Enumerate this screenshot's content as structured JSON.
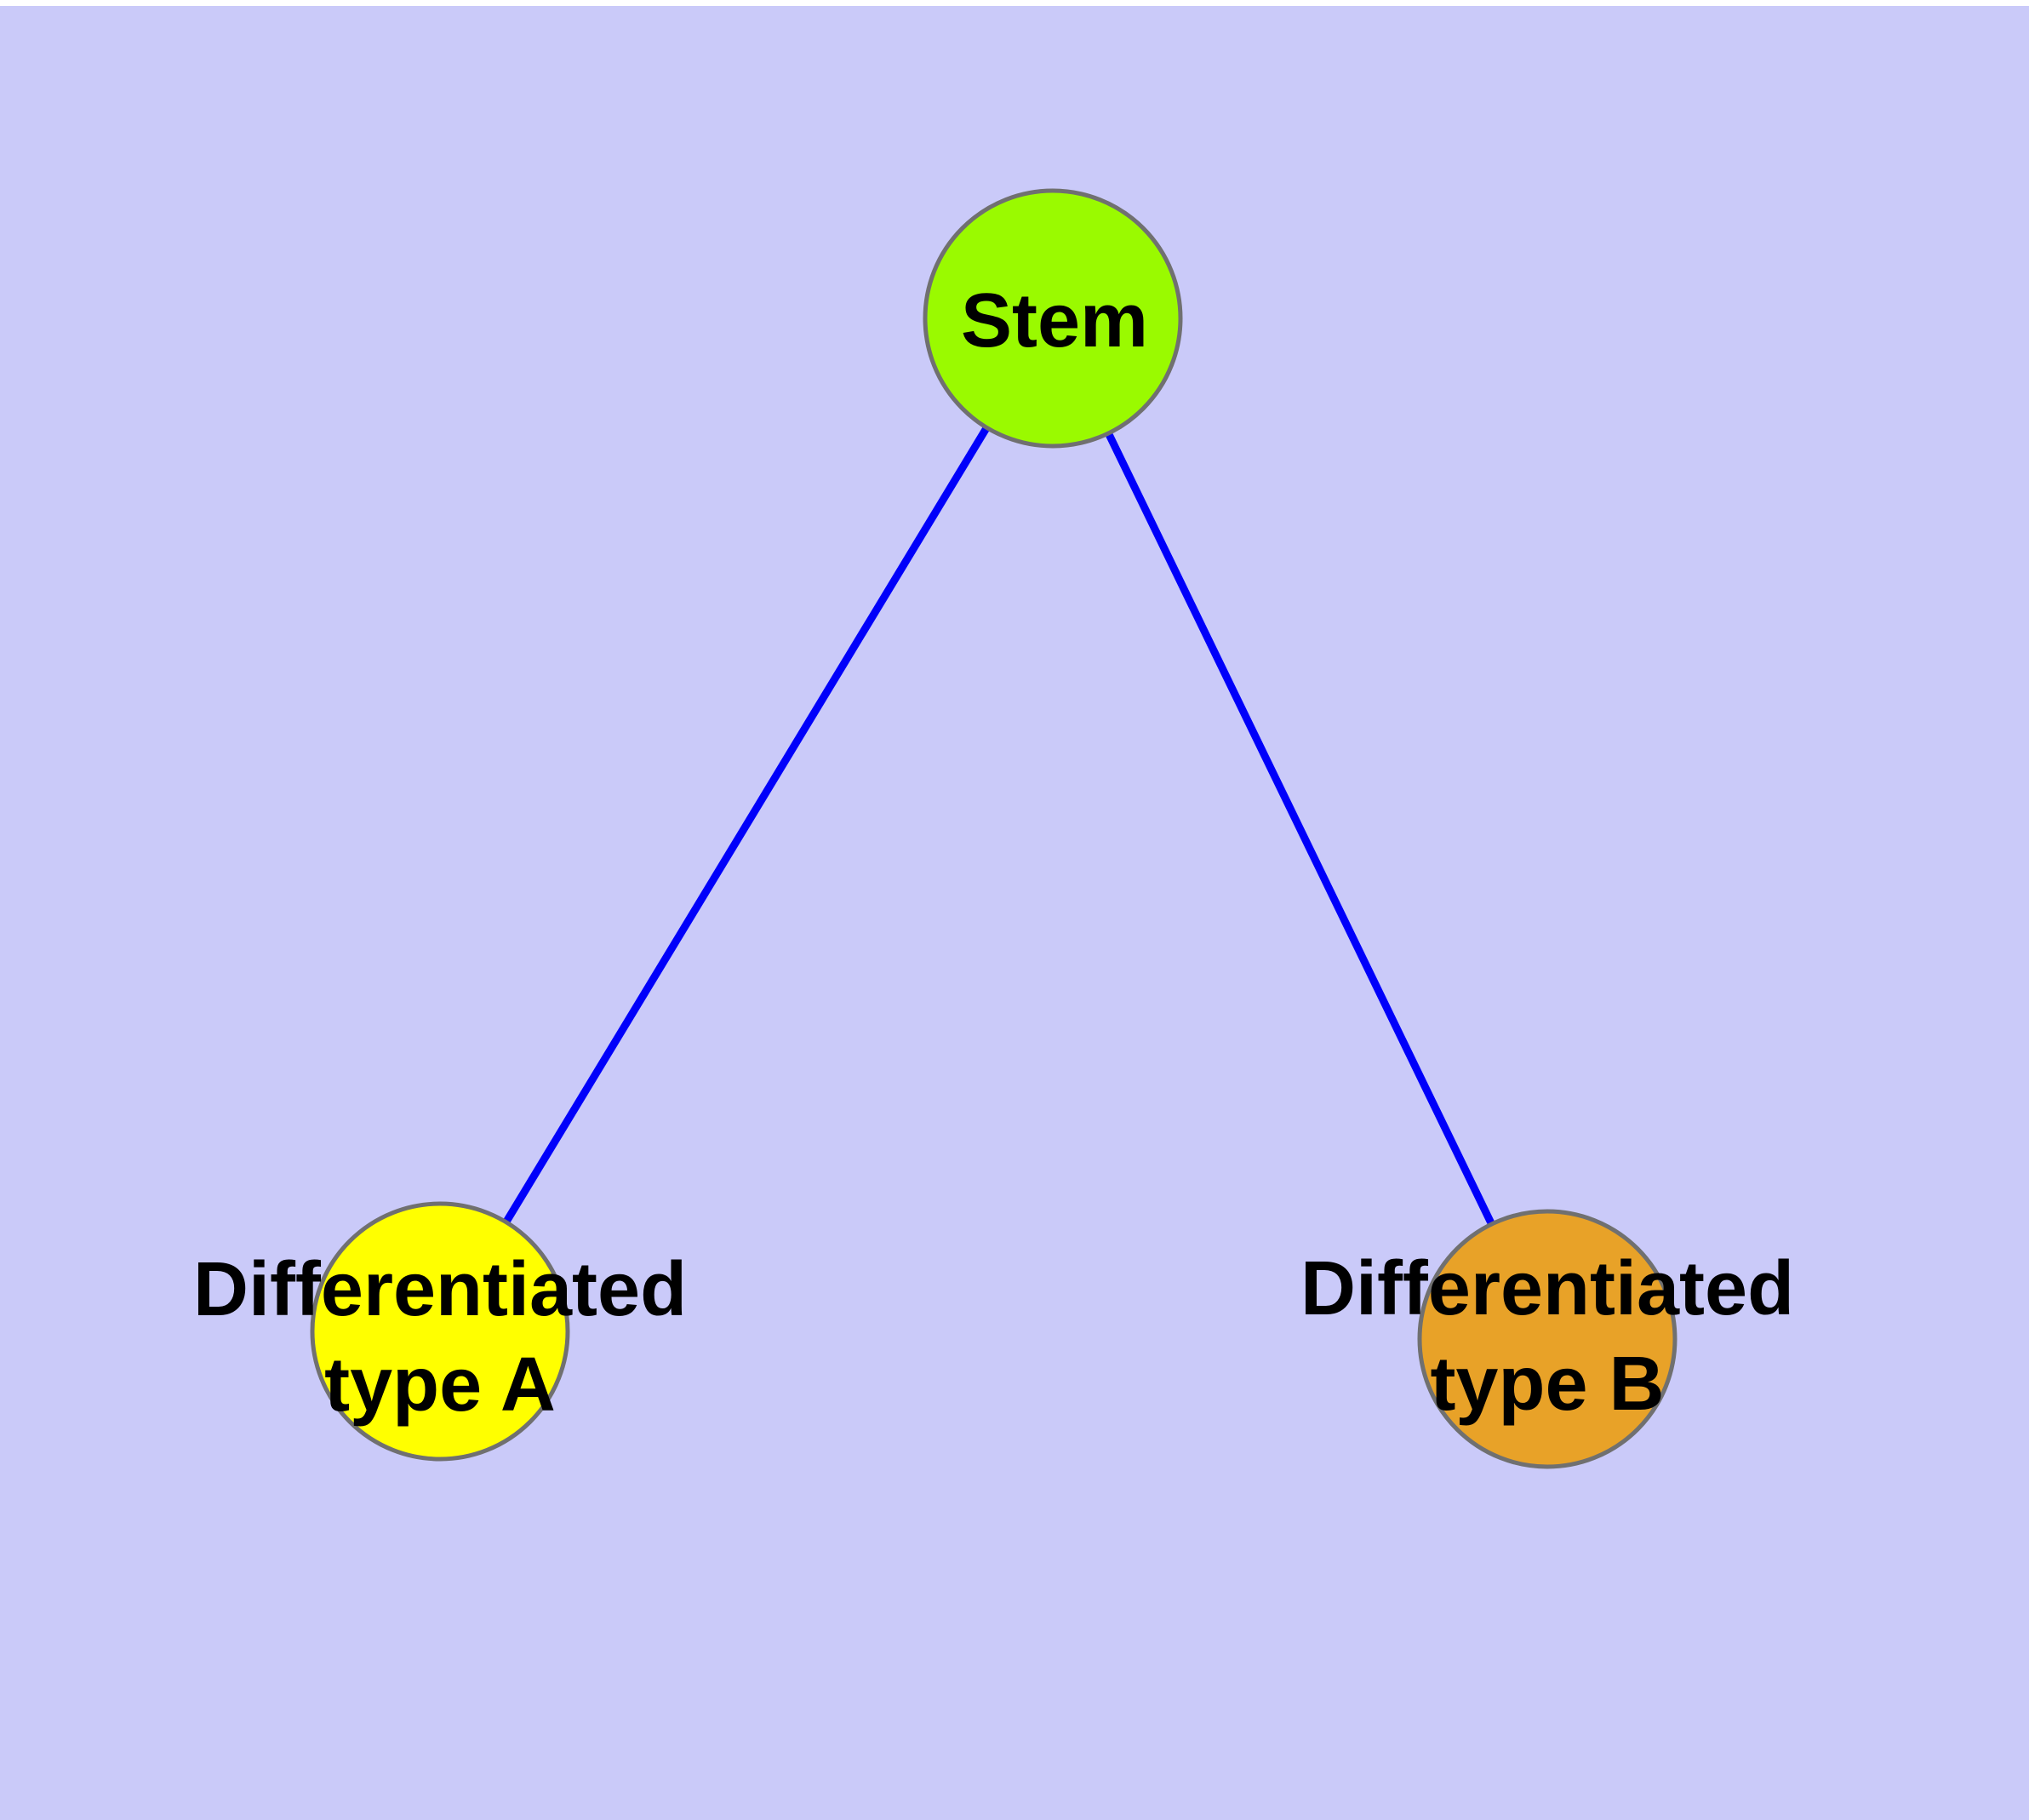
{
  "canvas": {
    "background_color": "#CACAF9",
    "top_strip_color": "#FFFFFF",
    "text_color": "#000000"
  },
  "graph": {
    "edge_color": "#0000FA",
    "node_border_color": "#707070",
    "nodes": [
      {
        "id": "stem",
        "label_lines": [
          "Stem"
        ],
        "fill": "#9AFA00"
      },
      {
        "id": "type-a",
        "label_lines": [
          "Differentiated",
          "type A"
        ],
        "fill": "#FFFF00"
      },
      {
        "id": "type-b",
        "label_lines": [
          "Differentiated",
          "type B"
        ],
        "fill": "#E8A228"
      }
    ],
    "edges": [
      {
        "from": "stem",
        "to": "type-a"
      },
      {
        "from": "stem",
        "to": "type-b"
      }
    ]
  }
}
